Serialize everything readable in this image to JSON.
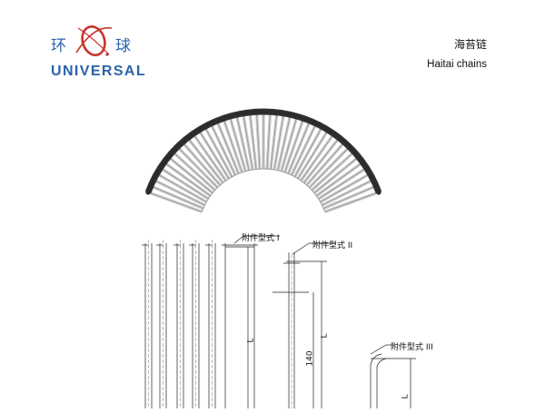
{
  "logo": {
    "cn_left": "环",
    "cn_right": "球",
    "en": "UNIVERSAL"
  },
  "product": {
    "title_cn": "海苔链",
    "title_en": "Haitai chains"
  },
  "drawing": {
    "label_type_1": "附件型式 I",
    "label_type_2": "附件型式 II",
    "label_type_3": "附件型式 III",
    "dim_140": "140",
    "dim_L1": "L",
    "dim_L2": "L",
    "dim_L3": "L"
  },
  "colors": {
    "brand": "#2a63a8",
    "logo_mark": "#c8342b",
    "chain_dark": "#3a3a3a",
    "rod_light": "#c9c9c9"
  }
}
